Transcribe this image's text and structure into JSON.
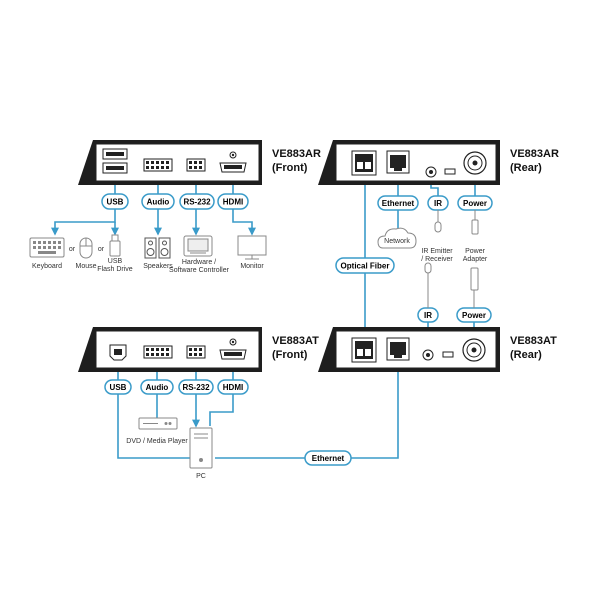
{
  "colors": {
    "cable": "#3a9bc9",
    "pill_border": "#3a9bc9",
    "device_body": "#1e1e1e",
    "device_face": "#ffffff",
    "device_outline": "#222222",
    "icon_gray": "#888888"
  },
  "devices": {
    "receiver_front": {
      "model": "VE883AR",
      "side": "(Front)"
    },
    "receiver_rear": {
      "model": "VE883AR",
      "side": "(Rear)"
    },
    "transmitter_front": {
      "model": "VE883AT",
      "side": "(Front)"
    },
    "transmitter_rear": {
      "model": "VE883AT",
      "side": "(Rear)"
    }
  },
  "labels": {
    "usb": "USB",
    "audio": "Audio",
    "rs232": "RS-232",
    "hdmi": "HDMI",
    "ethernet": "Ethernet",
    "ir": "IR",
    "power": "Power",
    "optical_fiber": "Optical Fiber"
  },
  "captions": {
    "keyboard": "Keyboard",
    "or1": "or",
    "mouse": "Mouse",
    "or2": "or",
    "usb_flash_1": "USB",
    "usb_flash_2": "Flash Drive",
    "speakers": "Speakers",
    "hw_ctrl_1": "Hardware /",
    "hw_ctrl_2": "Software Controller",
    "monitor": "Monitor",
    "network": "Network",
    "ir_emitter_1": "IR Emitter",
    "ir_emitter_2": "/ Receiver",
    "power_adapter_1": "Power",
    "power_adapter_2": "Adapter",
    "dvd_player": "DVD / Media Player",
    "pc": "PC"
  },
  "icons": [
    "keyboard-icon",
    "mouse-icon",
    "usb-flash-drive-icon",
    "speakers-icon",
    "controller-icon",
    "monitor-icon",
    "network-cloud-icon",
    "ir-emitter-icon",
    "power-adapter-icon",
    "dvd-player-icon",
    "pc-tower-icon"
  ]
}
